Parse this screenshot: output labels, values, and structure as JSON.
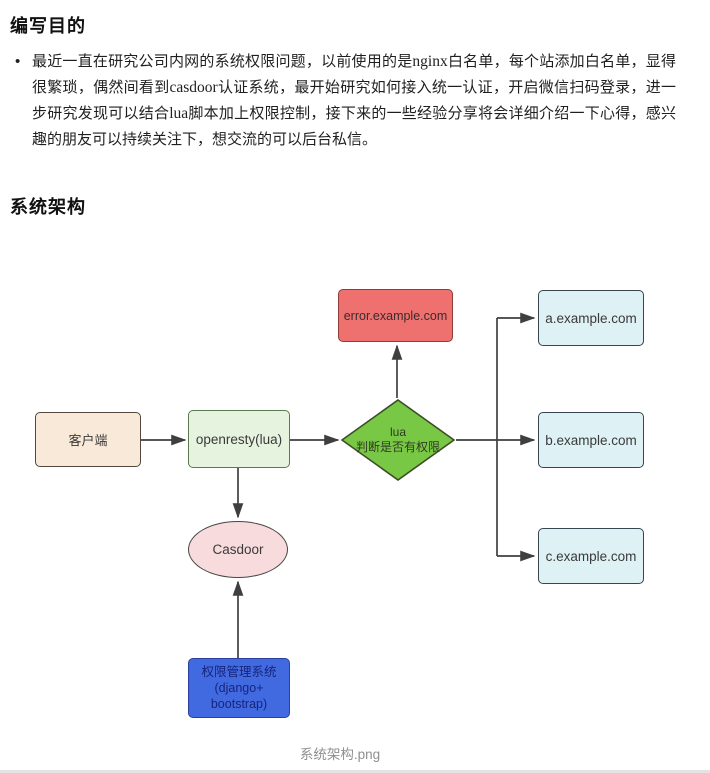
{
  "article": {
    "section1_title": "编写目的",
    "section2_title": "系统架构",
    "bullet_glyph": "•",
    "paragraph_segments": [
      {
        "text": "最近一直在研究公司内网的系统权限问题，以前使用的是",
        "style": "normal"
      },
      {
        "text": "nginx",
        "style": "latin"
      },
      {
        "text": "白名单，每个站添加白名单，显得很繁琐，偶然间看到",
        "style": "normal"
      },
      {
        "text": "casdoor",
        "style": "latin"
      },
      {
        "text": "认证系统，最开始研究如何接入统一认证，开启微信扫码登录，进一步研究发现可以结合",
        "style": "normal"
      },
      {
        "text": "lua",
        "style": "latin"
      },
      {
        "text": "脚本加上权限控制，接下来的一些经验分享将会详细介绍一下心得，感兴趣的朋友可以持续关注下，想交流的可以后台私信。",
        "style": "normal"
      }
    ]
  },
  "diagram": {
    "caption": "系统架构.png",
    "line_color": "#3f3f3f",
    "nodes": {
      "client": {
        "label": "客户端",
        "fill": "#f9e9d8",
        "border": "#54483c",
        "text": "#3a3a3a"
      },
      "openresty": {
        "label": "openresty(lua)",
        "fill": "#e6f3de",
        "border": "#5b7a50",
        "text": "#3a3a3a"
      },
      "error": {
        "label": "error.example.com",
        "fill": "#ee7170",
        "border": "#8f3b38",
        "text": "#3d2a2a"
      },
      "site_a": {
        "label": "a.example.com",
        "fill": "#def1f4",
        "border": "#36454f",
        "text": "#3a3a3a"
      },
      "site_b": {
        "label": "b.example.com",
        "fill": "#def1f4",
        "border": "#36454f",
        "text": "#3a3a3a"
      },
      "site_c": {
        "label": "c.example.com",
        "fill": "#def1f4",
        "border": "#36454f",
        "text": "#3a3a3a"
      },
      "casdoor": {
        "label": "Casdoor",
        "fill": "#f8dbdd",
        "border": "#474747",
        "text": "#3a3a3a"
      },
      "decision": {
        "line1": "lua",
        "line2": "判断是否有权限",
        "fill": "#79c845",
        "border": "#3c4d23",
        "text": "#2f3b22"
      },
      "admin": {
        "line1": "权限管理系统",
        "line2": "(django+",
        "line3": "bootstrap)",
        "fill": "#4169e0",
        "border": "#2a3f9e",
        "text": "#16257d"
      }
    }
  }
}
